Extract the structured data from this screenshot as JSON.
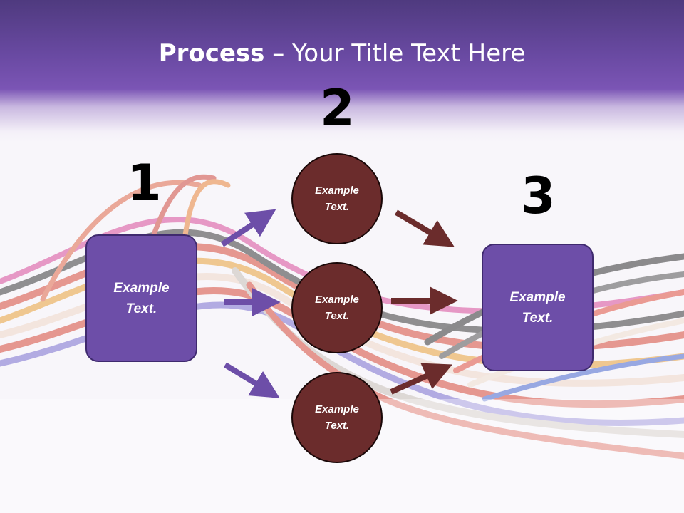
{
  "title": {
    "bold": "Process",
    "rest": " – Your Title Text Here"
  },
  "steps": {
    "n1": "1",
    "n2": "2",
    "n3": "3"
  },
  "left_box": {
    "text": "Example Text."
  },
  "right_box": {
    "text": "Example Text."
  },
  "circles": [
    {
      "text": "Example Text."
    },
    {
      "text": "Example Text."
    },
    {
      "text": "Example Text."
    }
  ],
  "colors": {
    "header_purple": "#6a4aa3",
    "box_purple": "#6d4ea8",
    "circle_brown": "#6b2c2c",
    "arrow_purple": "#6d4ea8",
    "arrow_brown": "#6b2c2c"
  }
}
